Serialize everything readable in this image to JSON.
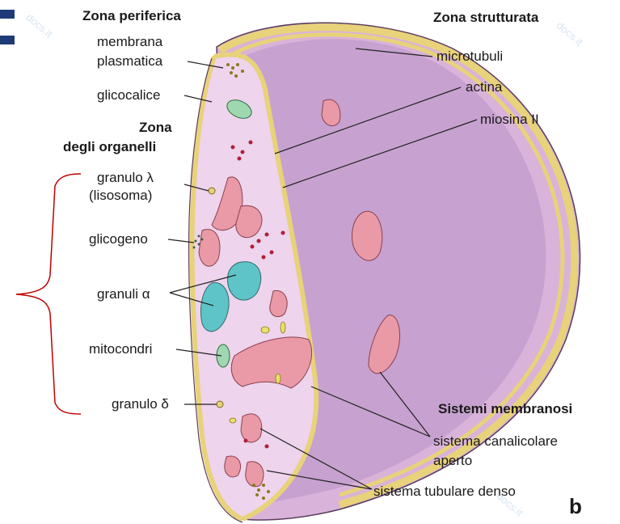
{
  "labels": {
    "zona_periferica": "Zona periferica",
    "zona_strutturata": "Zona strutturata",
    "membrana": "membrana",
    "plasmatica": "plasmatica",
    "glicocalice": "glicocalice",
    "zona": "Zona",
    "degli_organelli": "degli organelli",
    "granulo_lambda": "granulo λ",
    "lisosoma": "(lisosoma)",
    "glicogeno": "glicogeno",
    "granuli_alpha": "granuli α",
    "mitocondri": "mitocondri",
    "granulo_delta": "granulo δ",
    "microtubuli": "microtubuli",
    "actina": "actina",
    "miosina": "miosina II",
    "sistemi_membranosi": "Sistemi membranosi",
    "canalicolare_1": "sistema canalicolare",
    "canalicolare_2": "aperto",
    "tubulare": "sistema tubulare denso",
    "panel_letter": "b"
  },
  "watermark": "docs.it",
  "colors": {
    "cytoplasm": "#e6c6e6",
    "cut_face": "#eed4ec",
    "membrane": "#e8d27a",
    "canal": "#e99aa6",
    "alpha_granule": "#5fc4c8",
    "brace": "#c00000",
    "granule": "#b0203a"
  }
}
